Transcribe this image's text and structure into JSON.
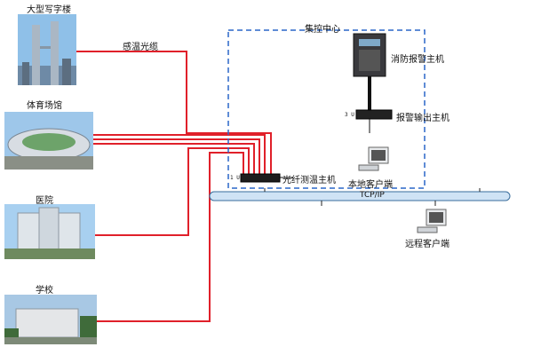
{
  "sites": [
    {
      "id": "office",
      "label": "大型写字楼"
    },
    {
      "id": "stadium",
      "label": "体育场馆"
    },
    {
      "id": "hospital",
      "label": "医院"
    },
    {
      "id": "school",
      "label": "学校"
    }
  ],
  "cable_label": "感温光缆",
  "center_label": "集控中心",
  "devices": {
    "fire_host": "消防报警主机",
    "alarm_output": "报警输出主机",
    "fiber_host": "光纤测温主机",
    "local_client": "本地客户端",
    "remote_client": "远程客户端",
    "alarm_output_rack": "3 U",
    "fiber_host_rack": "1 U"
  },
  "network_label": "TCP/IP",
  "colors": {
    "cable": "#e0202a",
    "bus_fill": "#cfe3f5",
    "bus_stroke": "#3a6e9c",
    "center_border": "#2a66c9"
  }
}
